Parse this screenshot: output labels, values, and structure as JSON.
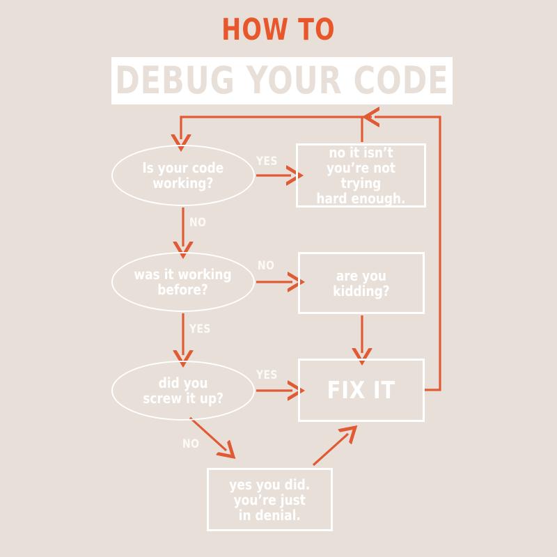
{
  "title": {
    "line1": "HOW TO",
    "line2": "DEBUG YOUR CODE"
  },
  "colors": {
    "background": "#e8e0d8",
    "accent_orange": "#e8562c",
    "node_stroke": "#ffffff",
    "banner_background": "#ffffff",
    "banner_text": "#e8e0d8"
  },
  "nodes": {
    "q1": {
      "label": "Is your code\nworking?",
      "shape": "ellipse"
    },
    "q2": {
      "label": "was it working\nbefore?",
      "shape": "ellipse"
    },
    "q3": {
      "label": "did you\nscrew it up?",
      "shape": "ellipse"
    },
    "a1": {
      "label": "no it isn’t\nyou’re not trying\nhard enough.",
      "shape": "rect"
    },
    "a2": {
      "label": "are you\nkidding?",
      "shape": "rect"
    },
    "fix": {
      "label": "FIX IT",
      "shape": "rect"
    },
    "a3": {
      "label": "yes you did.\nyou’re just\nin denial.",
      "shape": "rect"
    }
  },
  "edges": {
    "q1_yes": "YES",
    "q1_no": "NO",
    "q2_no": "NO",
    "q2_yes": "YES",
    "q3_yes": "YES",
    "q3_no": "NO"
  },
  "chart_data": {
    "type": "diagram",
    "title": "HOW TO DEBUG YOUR CODE",
    "diagram_kind": "flowchart",
    "nodes": [
      {
        "id": "q1",
        "text": "Is your code working?",
        "shape": "ellipse"
      },
      {
        "id": "a1",
        "text": "no it isn’t you’re not trying hard enough.",
        "shape": "rect"
      },
      {
        "id": "q2",
        "text": "was it working before?",
        "shape": "ellipse"
      },
      {
        "id": "a2",
        "text": "are you kidding?",
        "shape": "rect"
      },
      {
        "id": "q3",
        "text": "did you screw it up?",
        "shape": "ellipse"
      },
      {
        "id": "fix",
        "text": "FIX IT",
        "shape": "rect"
      },
      {
        "id": "a3",
        "text": "yes you did. you’re just in denial.",
        "shape": "rect"
      }
    ],
    "edges": [
      {
        "from": "q1",
        "to": "a1",
        "label": "YES"
      },
      {
        "from": "q1",
        "to": "q2",
        "label": "NO"
      },
      {
        "from": "a1",
        "to": "q1",
        "label": ""
      },
      {
        "from": "q2",
        "to": "a2",
        "label": "NO"
      },
      {
        "from": "q2",
        "to": "q3",
        "label": "YES"
      },
      {
        "from": "a2",
        "to": "fix",
        "label": ""
      },
      {
        "from": "q3",
        "to": "fix",
        "label": "YES"
      },
      {
        "from": "q3",
        "to": "a3",
        "label": "NO"
      },
      {
        "from": "a3",
        "to": "fix",
        "label": ""
      },
      {
        "from": "fix",
        "to": "q1",
        "label": ""
      }
    ]
  }
}
